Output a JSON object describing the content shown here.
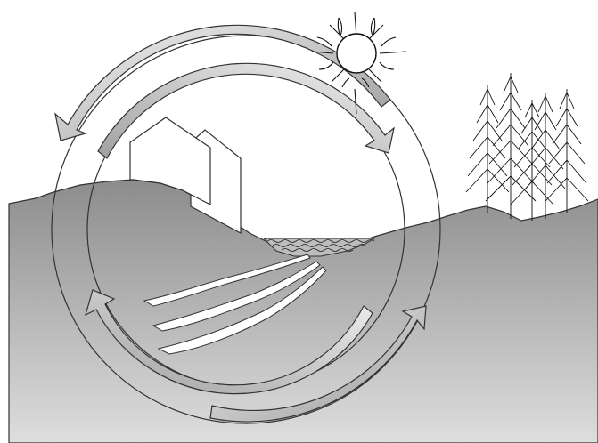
{
  "diagram": {
    "subject": "water-cycle",
    "elements": [
      "sun",
      "house",
      "lake",
      "ground",
      "underground-flow",
      "trees",
      "cycle-arrows"
    ],
    "colors": {
      "ground_top": "#8c8c8c",
      "ground_bottom": "#dcdcdc",
      "band_light": "#eeeeee",
      "band_dark": "#9c9c9c",
      "outline": "#333333",
      "paper": "#ffffff"
    }
  }
}
